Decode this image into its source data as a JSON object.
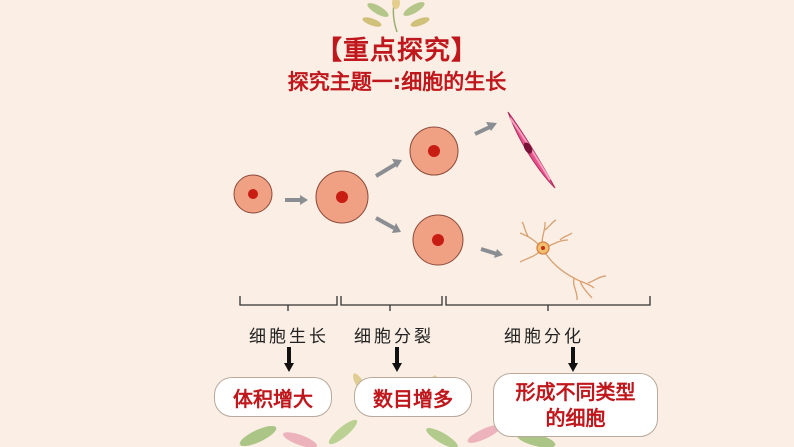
{
  "header": {
    "title": "【重点探究】",
    "subtitle": "探究主题一:细胞的生长"
  },
  "stages": {
    "growth": "细胞生长",
    "division": "细胞分裂",
    "differentiation": "细胞分化"
  },
  "results": {
    "growth": "体积增大",
    "division": "数目增多",
    "differentiation_line1": "形成不同类型",
    "differentiation_line2": "的细胞"
  },
  "colors": {
    "title": "#c0171c",
    "cell_fill": "#f0a083",
    "cell_nucleus": "#c81d12",
    "arrow": "#8a8d92",
    "background": "#fbeee4"
  }
}
